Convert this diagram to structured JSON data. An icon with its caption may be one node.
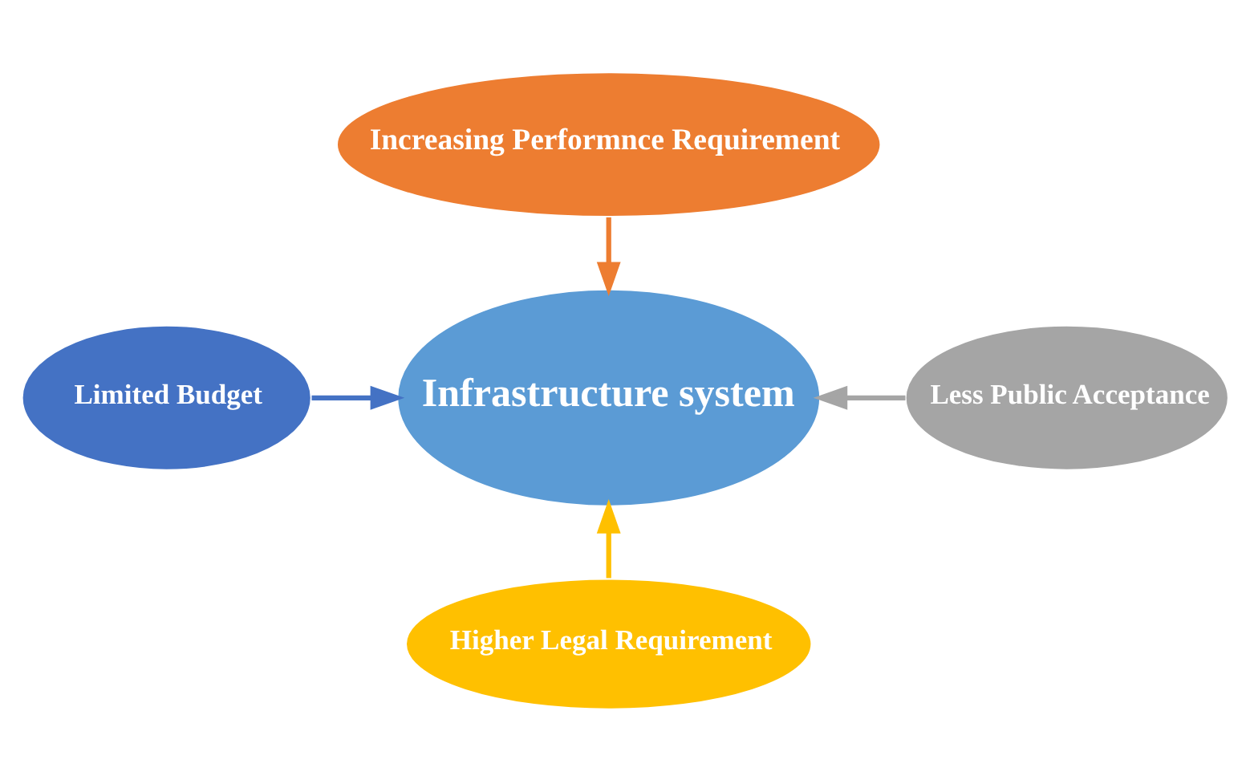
{
  "diagram": {
    "nodes": [
      {
        "text": [
          "Infrastructure system"
        ]
      },
      {
        "text": [
          "Increasing Performnce Requirement"
        ]
      },
      {
        "text": [
          "Limited Budget"
        ]
      },
      {
        "text": [
          "Less Public Acceptance"
        ]
      },
      {
        "text": [
          "Higher Legal Requirement"
        ]
      }
    ],
    "edges": [
      {
        "from": 1,
        "to": 0,
        "arrow": "to",
        "color": "#ed7d31"
      },
      {
        "from": 2,
        "to": 0,
        "arrow": "to",
        "color": "#4472c4"
      },
      {
        "from": 3,
        "to": 0,
        "arrow": "to",
        "color": "#a5a5a5"
      },
      {
        "from": 4,
        "to": 0,
        "arrow": "to",
        "color": "#ffc000"
      }
    ]
  }
}
